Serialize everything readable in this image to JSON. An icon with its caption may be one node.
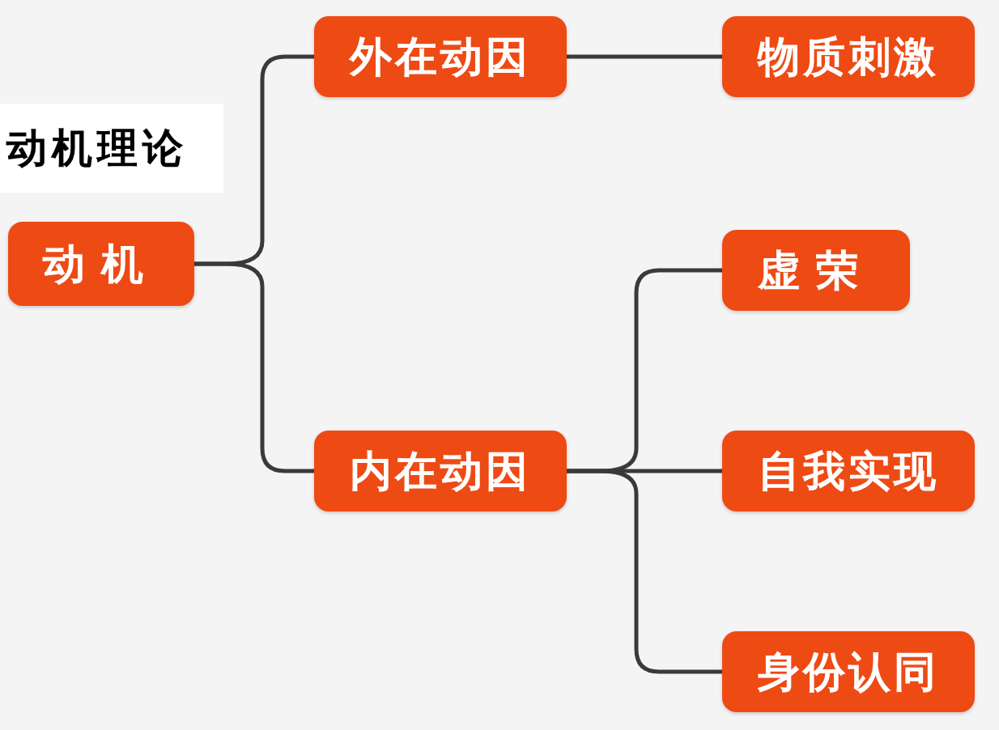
{
  "diagram": {
    "title": "动机理论",
    "nodes": [
      {
        "text": [
          "动机"
        ]
      },
      {
        "text": [
          "外在动因"
        ]
      },
      {
        "text": [
          "物质刺激"
        ]
      },
      {
        "text": [
          "内在动因"
        ]
      },
      {
        "text": [
          "虚荣"
        ]
      },
      {
        "text": [
          "自我实现"
        ]
      },
      {
        "text": [
          "身份认同"
        ]
      }
    ],
    "edges": [
      {
        "from": 0,
        "to": 1,
        "arrow": "none"
      },
      {
        "from": 0,
        "to": 3,
        "arrow": "none"
      },
      {
        "from": 1,
        "to": 2,
        "arrow": "none"
      },
      {
        "from": 3,
        "to": 4,
        "arrow": "none"
      },
      {
        "from": 3,
        "to": 5,
        "arrow": "none"
      },
      {
        "from": 3,
        "to": 6,
        "arrow": "none"
      }
    ]
  }
}
